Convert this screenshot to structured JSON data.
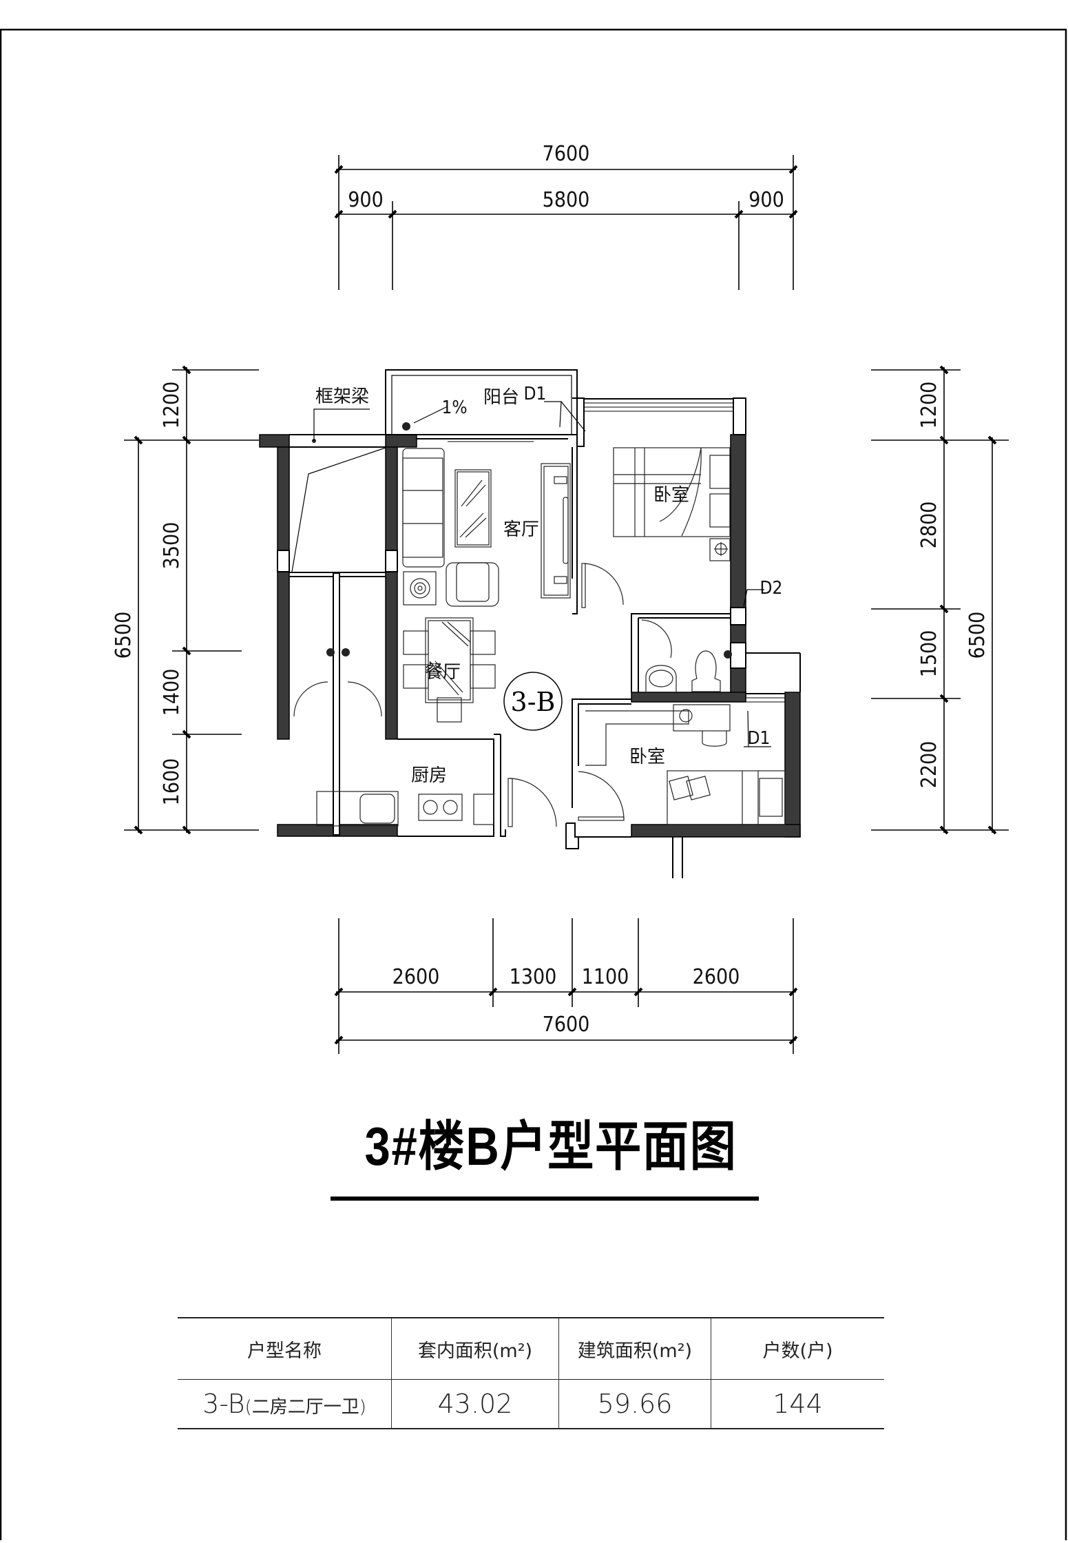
{
  "drawing": {
    "title": "3#楼B户型平面图",
    "unit_tag": "3-B",
    "labels": {
      "frame_beam": "框架梁",
      "balcony": "阳台",
      "slope": "1%",
      "living_room": "客厅",
      "dining_room": "餐厅",
      "kitchen": "厨房",
      "bedroom_1": "卧室",
      "bedroom_2": "卧室",
      "door_d1_top": "D1",
      "door_d1_bottom": "D1",
      "door_d2": "D2"
    },
    "dimensions": {
      "top_total": "7600",
      "top_segments": [
        "900",
        "5800",
        "900"
      ],
      "bottom_segments": [
        "2600",
        "1300",
        "1100",
        "2600"
      ],
      "bottom_total": "7600",
      "left_segments": [
        "1200",
        "3500",
        "1400",
        "1600"
      ],
      "left_total": "6500",
      "right_segments": [
        "1200",
        "2800",
        "1500",
        "2200"
      ],
      "right_total": "6500"
    }
  },
  "area_table": {
    "headers": [
      "户型名称",
      "套内面积(m²)",
      "建筑面积(m²)",
      "户数(户)"
    ],
    "rows": [
      {
        "unit": "3-B",
        "unit_note": "(二房二厅一卫)",
        "inner_area": "43.02",
        "building_area": "59.66",
        "households": "144"
      }
    ]
  }
}
